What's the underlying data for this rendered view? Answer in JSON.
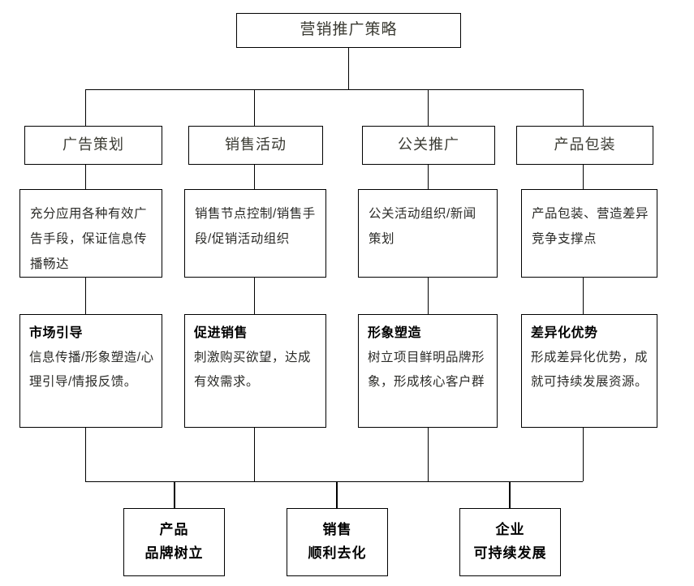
{
  "diagram": {
    "title": "营销推广策略",
    "root": {
      "label": "营销推广策略"
    },
    "columns": [
      {
        "category": "广告策划",
        "description": "充分应用各种有效广告手段，保证信息传播畅达",
        "outcome_heading": "市场引导",
        "outcome_body": "信息传播/形象塑造/心理引导/情报反馈。"
      },
      {
        "category": "销售活动",
        "description": "销售节点控制/销售手段/促销活动组织",
        "outcome_heading": "促进销售",
        "outcome_body": "刺激购买欲望，达成有效需求。"
      },
      {
        "category": "公关推广",
        "description": "公关活动组织/新闻策划",
        "outcome_heading": "形象塑造",
        "outcome_body": "树立项目鲜明品牌形象，形成核心客户群"
      },
      {
        "category": "产品包装",
        "description": "产品包装、营造差异竞争支撑点",
        "outcome_heading": "差异化优势",
        "outcome_body": "形成差异化优势，成就可持续发展资源。"
      }
    ],
    "results": [
      {
        "line1": "产品",
        "line2": "品牌树立"
      },
      {
        "line1": "销售",
        "line2": "顺利去化"
      },
      {
        "line1": "企业",
        "line2": "可持续发展"
      }
    ],
    "colors": {
      "background": "#ffffff",
      "line": "#000000",
      "text": "#2b2b28",
      "heading_text": "#3a3a32"
    }
  }
}
